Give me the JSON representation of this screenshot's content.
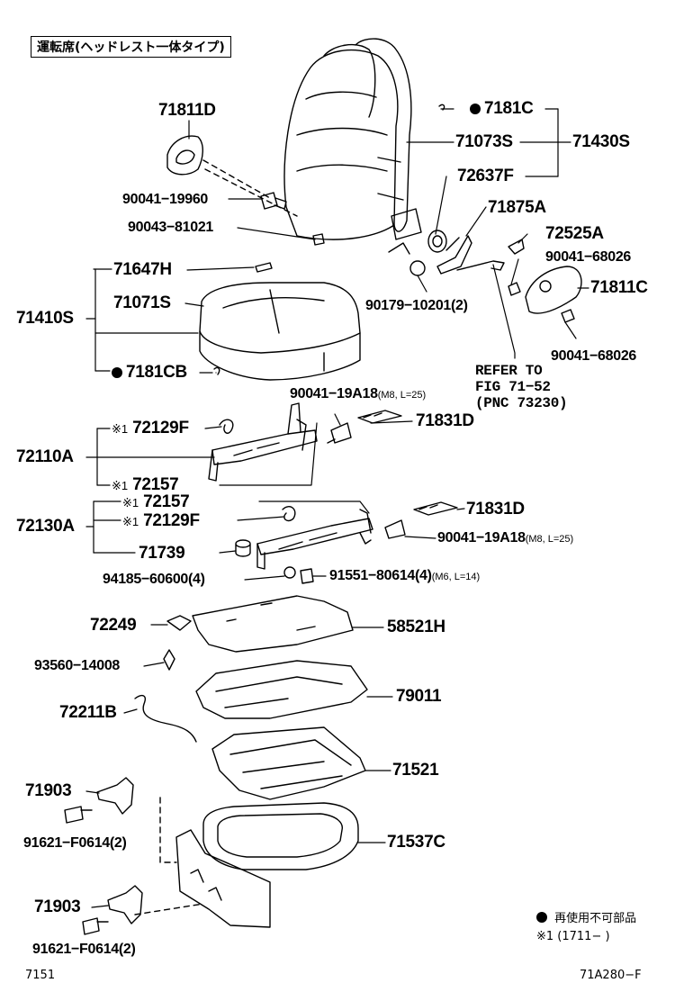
{
  "title": "運転席(ヘッドレスト一体タイプ)",
  "labels": {
    "p71811D": "71811D",
    "p90041_19960": "90041−19960",
    "p90043_81021": "90043−81021",
    "p7181C": "7181C",
    "p71073S": "71073S",
    "p71430S": "71430S",
    "p72637F": "72637F",
    "p71875A": "71875A",
    "p72525A": "72525A",
    "p90041_68026a": "90041−68026",
    "p71811C": "71811C",
    "p90041_68026b": "90041−68026",
    "p90179": "90179−10201(2)",
    "p71647H": "71647H",
    "p71071S": "71071S",
    "p71410S": "71410S",
    "p7181CB": "7181CB",
    "refer_line1": "REFER TO",
    "refer_line2": "FIG 71−52",
    "refer_line3": "(PNC 73230)",
    "p90041_19A18a": "90041−19A18",
    "note_m8a": "(M8, L=25)",
    "p71831Da": "71831D",
    "p72129Fa": "72129F",
    "p72110A": "72110A",
    "p72157a": "72157",
    "p72157b": "72157",
    "p72130A": "72130A",
    "p72129Fb": "72129F",
    "p71831Db": "71831D",
    "p90041_19A18b": "90041−19A18",
    "note_m8b": "(M8, L=25)",
    "p71739": "71739",
    "p94185": "94185−60600(4)",
    "p91551": "91551−80614(4)",
    "note_m6": "(M6, L=14)",
    "p72249": "72249",
    "p58521H": "58521H",
    "p93560": "93560−14008",
    "p72211B": "72211B",
    "p79011": "79011",
    "p71521": "71521",
    "p71903a": "71903",
    "p91621a": "91621−F0614(2)",
    "p71537C": "71537C",
    "p71903b": "71903",
    "p91621b": "91621−F0614(2)",
    "mark1": "※1",
    "legend_nonreusable": "再使用不可部品",
    "legend_mark1": "※1 (1711−     )",
    "footer_left": "7151",
    "footer_right": "71A280−F"
  }
}
